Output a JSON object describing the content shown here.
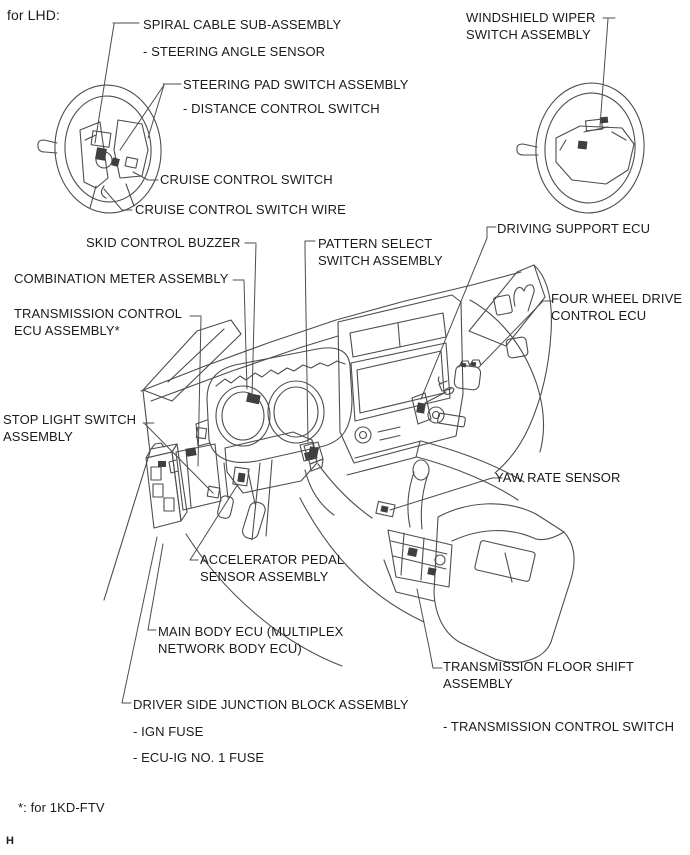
{
  "page": {
    "variant": "for LHD:",
    "footnote": "*: for 1KD-FTV",
    "page_marker": "H"
  },
  "callouts": {
    "spiral_cable": "SPIRAL CABLE SUB-ASSEMBLY",
    "steering_angle_sensor": "- STEERING ANGLE SENSOR",
    "steering_pad": "STEERING PAD SWITCH ASSEMBLY",
    "distance_control": "- DISTANCE CONTROL SWITCH",
    "windshield_wiper": "WINDSHIELD WIPER\nSWITCH ASSEMBLY",
    "cruise_switch": "CRUISE CONTROL SWITCH",
    "cruise_switch_wire": "CRUISE CONTROL SWITCH WIRE",
    "skid_buzzer": "SKID CONTROL BUZZER",
    "pattern_select": "PATTERN SELECT\nSWITCH ASSEMBLY",
    "driving_support_ecu": "DRIVING SUPPORT ECU",
    "combination_meter": "COMBINATION METER ASSEMBLY",
    "four_wheel_drive_ecu": "FOUR WHEEL DRIVE\nCONTROL ECU",
    "transmission_ecu": "TRANSMISSION CONTROL\nECU ASSEMBLY*",
    "stop_light_switch": "STOP LIGHT SWITCH\nASSEMBLY",
    "yaw_rate_sensor": "YAW RATE SENSOR",
    "accelerator_pedal_sensor": "ACCELERATOR PEDAL\nSENSOR ASSEMBLY",
    "main_body_ecu": "MAIN BODY ECU (MULTIPLEX\nNETWORK BODY ECU)",
    "transmission_floor_shift": "TRANSMISSION FLOOR SHIFT\nASSEMBLY",
    "junction_block": "DRIVER SIDE JUNCTION BLOCK ASSEMBLY",
    "ign_fuse": "- IGN FUSE",
    "ecu_ig_fuse": "- ECU-IG NO. 1 FUSE",
    "transmission_control_switch": "- TRANSMISSION CONTROL SWITCH"
  },
  "colors": {
    "line": "#4d4d4d",
    "text": "#1b1b1b",
    "background": "#ffffff"
  }
}
